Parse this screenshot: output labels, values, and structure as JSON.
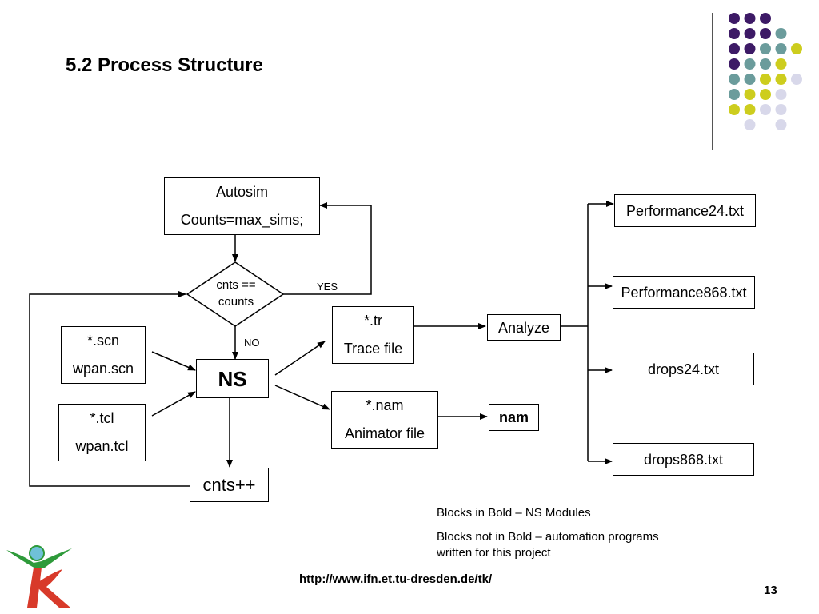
{
  "slide": {
    "title": "5.2 Process Structure",
    "url": "http://www.ifn.et.tu-dresden.de/tk/",
    "page_number": "13"
  },
  "colors": {
    "purple": "#3d1a66",
    "teal": "#6b9c9c",
    "yellow": "#cdcd1e",
    "lavender": "#d8d8ea",
    "logo_green": "#2e9a3a",
    "logo_red": "#d83a2a"
  },
  "nodes": {
    "autosim": [
      "Autosim",
      "Counts=max_sims;"
    ],
    "decision": [
      "cnts ==",
      "counts"
    ],
    "scn": [
      "*.scn",
      "wpan.scn"
    ],
    "tcl": [
      "*.tcl",
      "wpan.tcl"
    ],
    "ns": "NS",
    "cnts": "cnts++",
    "tr": [
      "*.tr",
      "Trace file"
    ],
    "nam_file": [
      "*.nam",
      "Animator file"
    ],
    "analyze": "Analyze",
    "nam": "nam",
    "perf24": "Performance24.txt",
    "perf868": "Performance868.txt",
    "drops24": "drops24.txt",
    "drops868": "drops868.txt"
  },
  "edge_labels": {
    "yes": "YES",
    "no": "NO"
  },
  "legend": [
    "Blocks in Bold – NS Modules",
    "Blocks not in Bold – automation programs",
    "written for this project"
  ]
}
